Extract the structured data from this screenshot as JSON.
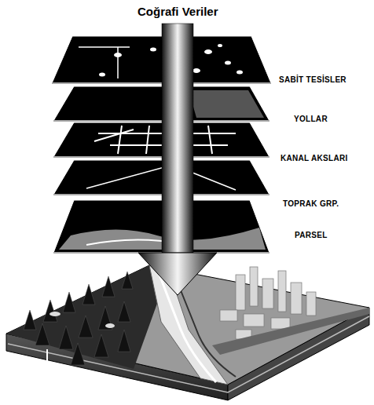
{
  "diagram": {
    "title": "Coğrafi Veriler",
    "labels": [
      "SABİT TESİSLER",
      "YOLLAR",
      "KANAL AKSLARI",
      "TOPRAK GRP.",
      "PARSEL"
    ]
  }
}
